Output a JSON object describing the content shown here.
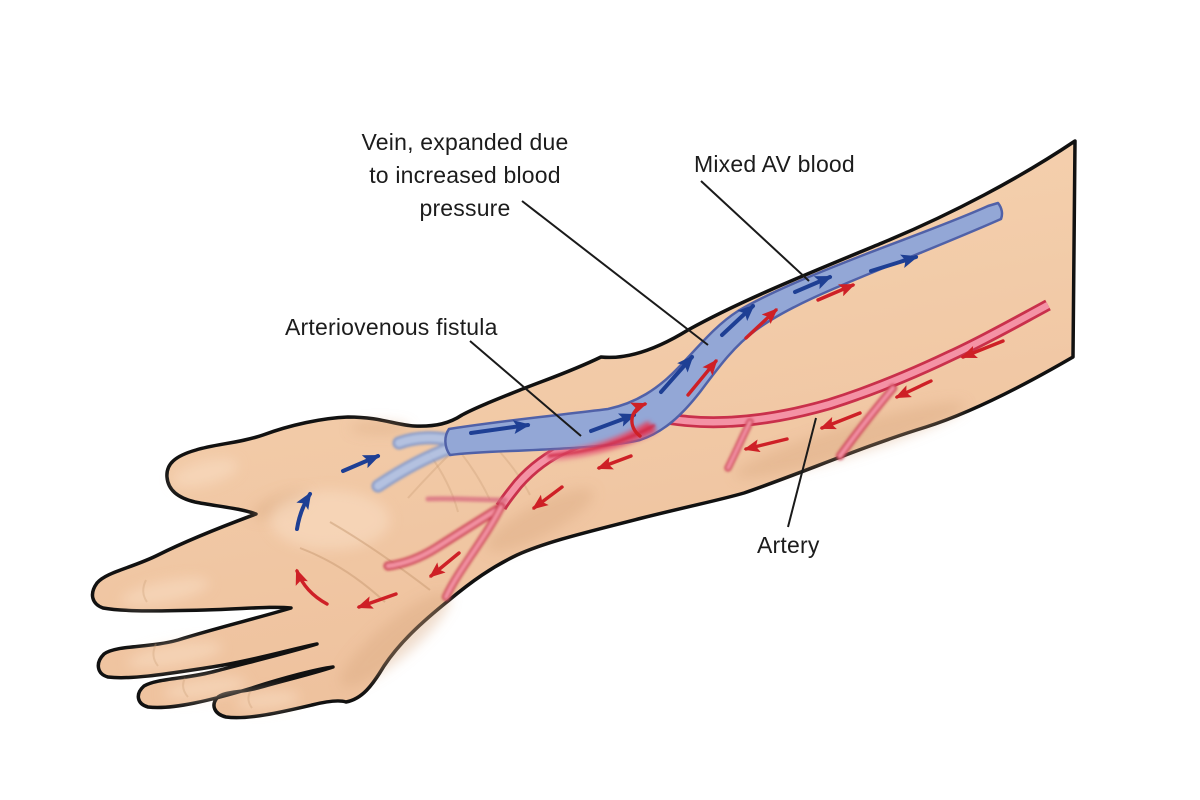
{
  "figure": {
    "labels": {
      "vein": "Vein, expanded due\nto increased blood\npressure",
      "mixed": "Mixed AV blood",
      "fistula": "Arteriovenous fistula",
      "artery": "Artery"
    },
    "colors": {
      "vein_fill": "#93A7D6",
      "vein_border": "#5061A8",
      "vein_branch": "#AFC1E5",
      "vein_branch_edge": "#7E96CC",
      "artery_fill": "#F492A5",
      "artery_border": "#C9304B",
      "arrow_blue": "#1E3F94",
      "arrow_red": "#CE2026",
      "skin": "#F2CBA9",
      "skin_shadow": "#D9A87F",
      "outline": "#111111",
      "background": "#FFFFFF",
      "label_text": "#1C1C1C"
    }
  }
}
